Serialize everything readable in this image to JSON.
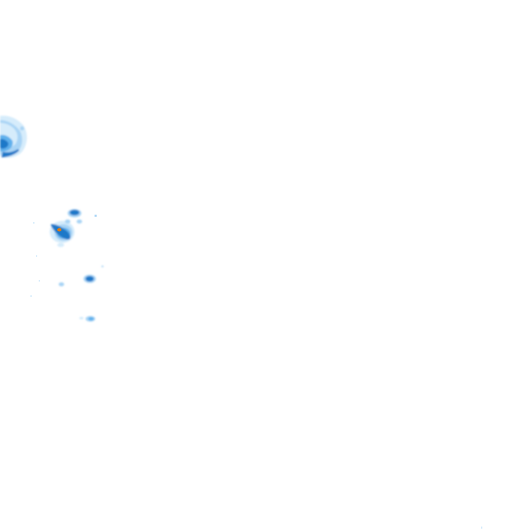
{
  "layer": {
    "type": "precipitation-radar-overlay",
    "background": "#ffffff",
    "palette": {
      "very_light": "#d6ecfb",
      "light": "#a9d4f5",
      "medium": "#5fb0ec",
      "heavy": "#1f78c8",
      "very_heavy": "#0b4f96",
      "peak": "#e07b12"
    },
    "echoes": [
      {
        "name": "echo-cluster-upper-left",
        "intensity": "heavy"
      },
      {
        "name": "echo-cluster-center-left",
        "intensity": "peak"
      },
      {
        "name": "echo-small-mid",
        "intensity": "heavy"
      },
      {
        "name": "echo-small-lower",
        "intensity": "medium"
      }
    ]
  }
}
